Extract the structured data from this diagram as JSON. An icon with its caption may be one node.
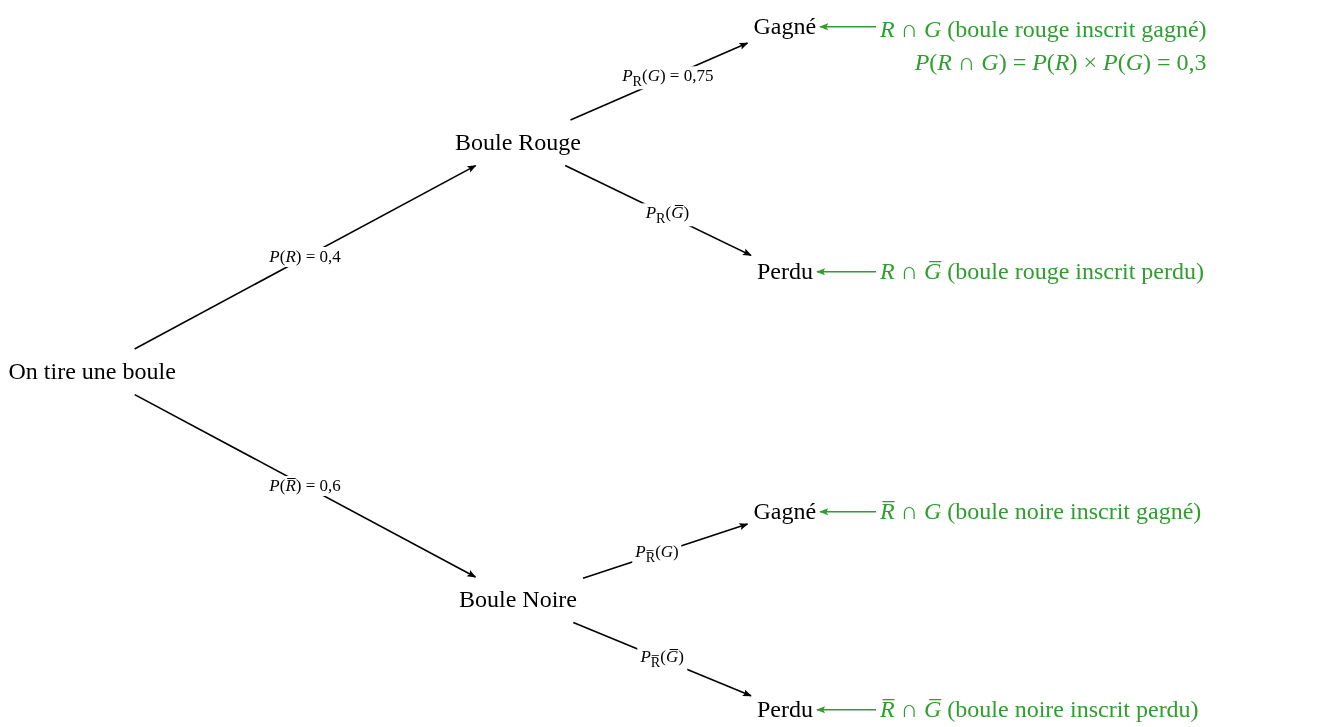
{
  "diagram": {
    "nodes": [
      {
        "text": [
          "On tire une boule"
        ]
      },
      {
        "text": [
          "Boule Rouge"
        ]
      },
      {
        "text": [
          "Gagné"
        ]
      },
      {
        "text": [
          "Perdu"
        ]
      },
      {
        "text": [
          "Boule Noire"
        ]
      },
      {
        "text": [
          "Gagné"
        ]
      },
      {
        "text": [
          "Perdu"
        ]
      },
      {
        "text": [
          "*R* ∩ *G* (boule rouge inscrit gagné)",
          "*P*(*R* ∩ *G*) = *P*(*R*) × *P*(*G*) = 0,3"
        ]
      },
      {
        "text": [
          "*R* ∩ *G̅* (boule rouge inscrit perdu)"
        ]
      },
      {
        "text": [
          "*R̅* ∩ *G* (boule noire inscrit gagné)"
        ]
      },
      {
        "text": [
          "*R̅* ∩ *G̅* (boule noire inscrit perdu)"
        ]
      }
    ],
    "edges": [
      {
        "from": 0,
        "to": 1,
        "arrow": "to",
        "label": "*P*(*R*) = 0,4"
      },
      {
        "from": 1,
        "to": 2,
        "arrow": "to",
        "label": "*P*$_{R}$(*G*) = 0,75"
      },
      {
        "from": 1,
        "to": 3,
        "arrow": "to",
        "label": "*P*$_{R}$(*G̅*)"
      },
      {
        "from": 0,
        "to": 4,
        "arrow": "to",
        "label": "*P*(*R̅*) = 0,6"
      },
      {
        "from": 4,
        "to": 5,
        "arrow": "to",
        "label": "*P*$_{R̅}$(*G*)"
      },
      {
        "from": 4,
        "to": 6,
        "arrow": "to",
        "label": "*P*$_{R̅}$(*G̅*)"
      },
      {
        "from": 7,
        "to": 2,
        "arrow": "to",
        "color": "#2e9e2e"
      },
      {
        "from": 8,
        "to": 3,
        "arrow": "to",
        "color": "#2e9e2e"
      },
      {
        "from": 9,
        "to": 5,
        "arrow": "to",
        "color": "#2e9e2e"
      },
      {
        "from": 10,
        "to": 6,
        "arrow": "to",
        "color": "#2e9e2e"
      }
    ]
  }
}
